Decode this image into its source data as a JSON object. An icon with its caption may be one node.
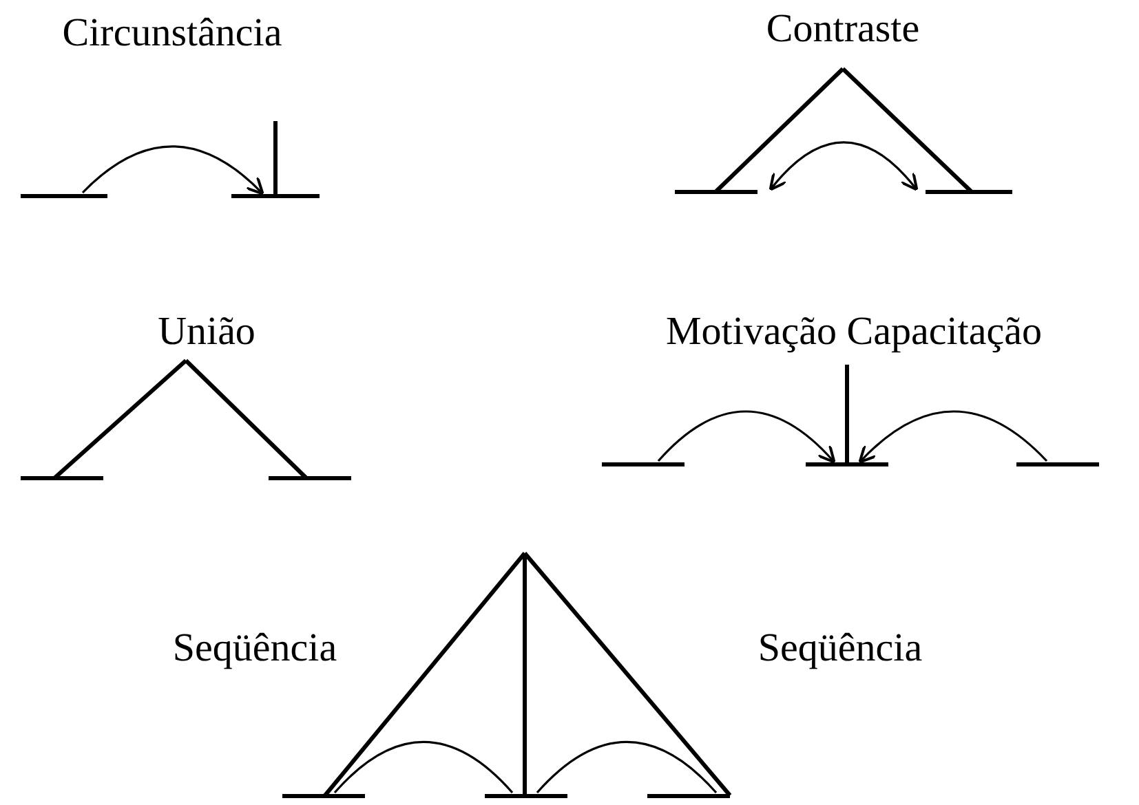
{
  "diagram": {
    "nodes": [
      {
        "text": [],
        "shape": "bar"
      },
      {
        "text": [],
        "shape": "bar"
      },
      {
        "text": [],
        "shape": "bar"
      },
      {
        "text": [],
        "shape": "bar"
      },
      {
        "text": [],
        "shape": "bar"
      },
      {
        "text": [],
        "shape": "bar"
      },
      {
        "text": [],
        "shape": "bar"
      },
      {
        "text": [],
        "shape": "bar"
      },
      {
        "text": [],
        "shape": "bar"
      },
      {
        "text": [],
        "shape": "bar"
      },
      {
        "text": [],
        "shape": "bar"
      },
      {
        "text": [],
        "shape": "bar"
      }
    ],
    "edges": [
      {
        "from": 0,
        "to": 1,
        "arrow": "to"
      },
      {
        "from": 2,
        "to": 3,
        "arrow": "both"
      },
      {
        "from": 6,
        "to": 7,
        "arrow": "to"
      },
      {
        "from": 8,
        "to": 7,
        "arrow": "to"
      },
      {
        "from": 9,
        "to": 10,
        "arrow": "none"
      },
      {
        "from": 10,
        "to": 11,
        "arrow": "none"
      }
    ],
    "labels": [
      "Circunstância",
      "Contraste",
      "União",
      "Motivação Capacitação",
      "Seqüência",
      "Seqüência"
    ]
  }
}
